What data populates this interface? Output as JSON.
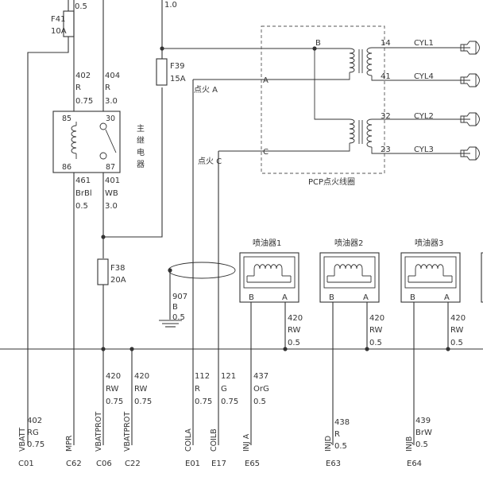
{
  "top_labels": {
    "left_gauge": "0.5",
    "right_gauge": "1.0"
  },
  "fuses": {
    "f41": {
      "name": "F41",
      "rating": "10A"
    },
    "f39": {
      "name": "F39",
      "rating": "15A"
    },
    "f38": {
      "name": "F38",
      "rating": "20A"
    }
  },
  "relay": {
    "title": "主继电器",
    "pins": {
      "p85": "85",
      "p30": "30",
      "p86": "86",
      "p87": "87"
    }
  },
  "wires": {
    "w402_top": [
      "402",
      "R",
      "0.75"
    ],
    "w404": [
      "404",
      "R",
      "3.0"
    ],
    "w461": [
      "461",
      "BrBl",
      "0.5"
    ],
    "w401": [
      "401",
      "WB",
      "3.0"
    ],
    "w907": [
      "907",
      "B",
      "0.5"
    ],
    "w420_inj1": [
      "420",
      "RW",
      "0.5"
    ],
    "w420_inj2": [
      "420",
      "RW",
      "0.5"
    ],
    "w420_inj3": [
      "420",
      "RW",
      "0.5"
    ],
    "w420_c06": [
      "420",
      "RW",
      "0.75"
    ],
    "w420_c22": [
      "420",
      "RW",
      "0.75"
    ],
    "w112": [
      "112",
      "R",
      "0.75"
    ],
    "w121": [
      "121",
      "G",
      "0.75"
    ],
    "w437": [
      "437",
      "OrG",
      "0.5"
    ],
    "w402_bot": [
      "402",
      "RG",
      "0.75"
    ],
    "w438": [
      "438",
      "R",
      "0.5"
    ],
    "w439": [
      "439",
      "BrW",
      "0.5"
    ]
  },
  "coil": {
    "label": "PCP点火线圈",
    "pin_b": "B",
    "pin_a": "A",
    "pin_c": "C",
    "outputs": [
      {
        "num": "14",
        "cyl": "CYL1"
      },
      {
        "num": "41",
        "cyl": "CYL4"
      },
      {
        "num": "32",
        "cyl": "CYL2"
      },
      {
        "num": "23",
        "cyl": "CYL3"
      }
    ],
    "ign_a": "点火 A",
    "ign_c": "点火 C"
  },
  "injectors": [
    {
      "name": "喷油器1",
      "pin_b": "B",
      "pin_a": "A"
    },
    {
      "name": "喷油器2",
      "pin_b": "B",
      "pin_a": "A"
    },
    {
      "name": "喷油器3",
      "pin_b": "B",
      "pin_a": "A"
    }
  ],
  "ecu_pins": [
    {
      "signal": "VBATT",
      "pin": "C01"
    },
    {
      "signal": "MPR",
      "pin": "C62"
    },
    {
      "signal": "VBATPROT",
      "pin": "C06"
    },
    {
      "signal": "VBATPROT",
      "pin": "C22"
    },
    {
      "signal": "COILA",
      "pin": "E01"
    },
    {
      "signal": "COILB",
      "pin": "E17"
    },
    {
      "signal": "INJ A",
      "pin": "E65"
    },
    {
      "signal": "INJD",
      "pin": "E63"
    },
    {
      "signal": "INJB",
      "pin": "E64"
    }
  ]
}
